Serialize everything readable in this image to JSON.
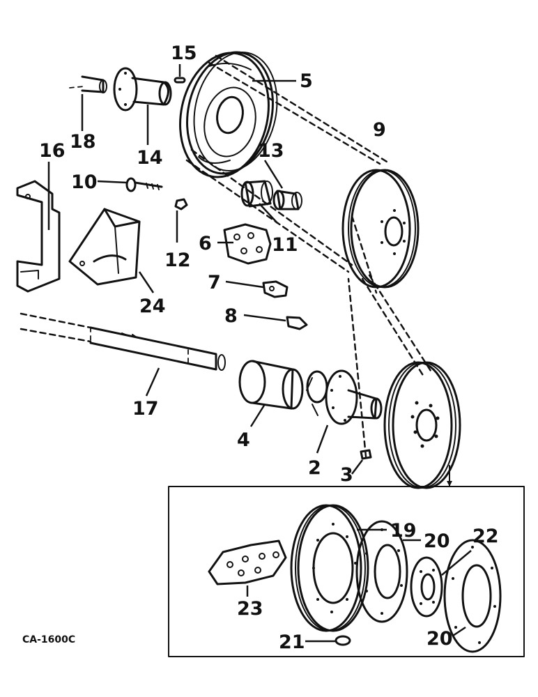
{
  "figure_code": "CA-1600C",
  "callouts": {
    "c2": "2",
    "c3": "3",
    "c4": "4",
    "c5": "5",
    "c6": "6",
    "c7": "7",
    "c8": "8",
    "c9": "9",
    "c10": "10",
    "c11": "11",
    "c12": "12",
    "c13": "13",
    "c14": "14",
    "c15": "15",
    "c16": "16",
    "c17": "17",
    "c18": "18",
    "c19": "19",
    "c20a": "20",
    "c20b": "20",
    "c21": "21",
    "c22": "22",
    "c23": "23",
    "c24": "24"
  }
}
